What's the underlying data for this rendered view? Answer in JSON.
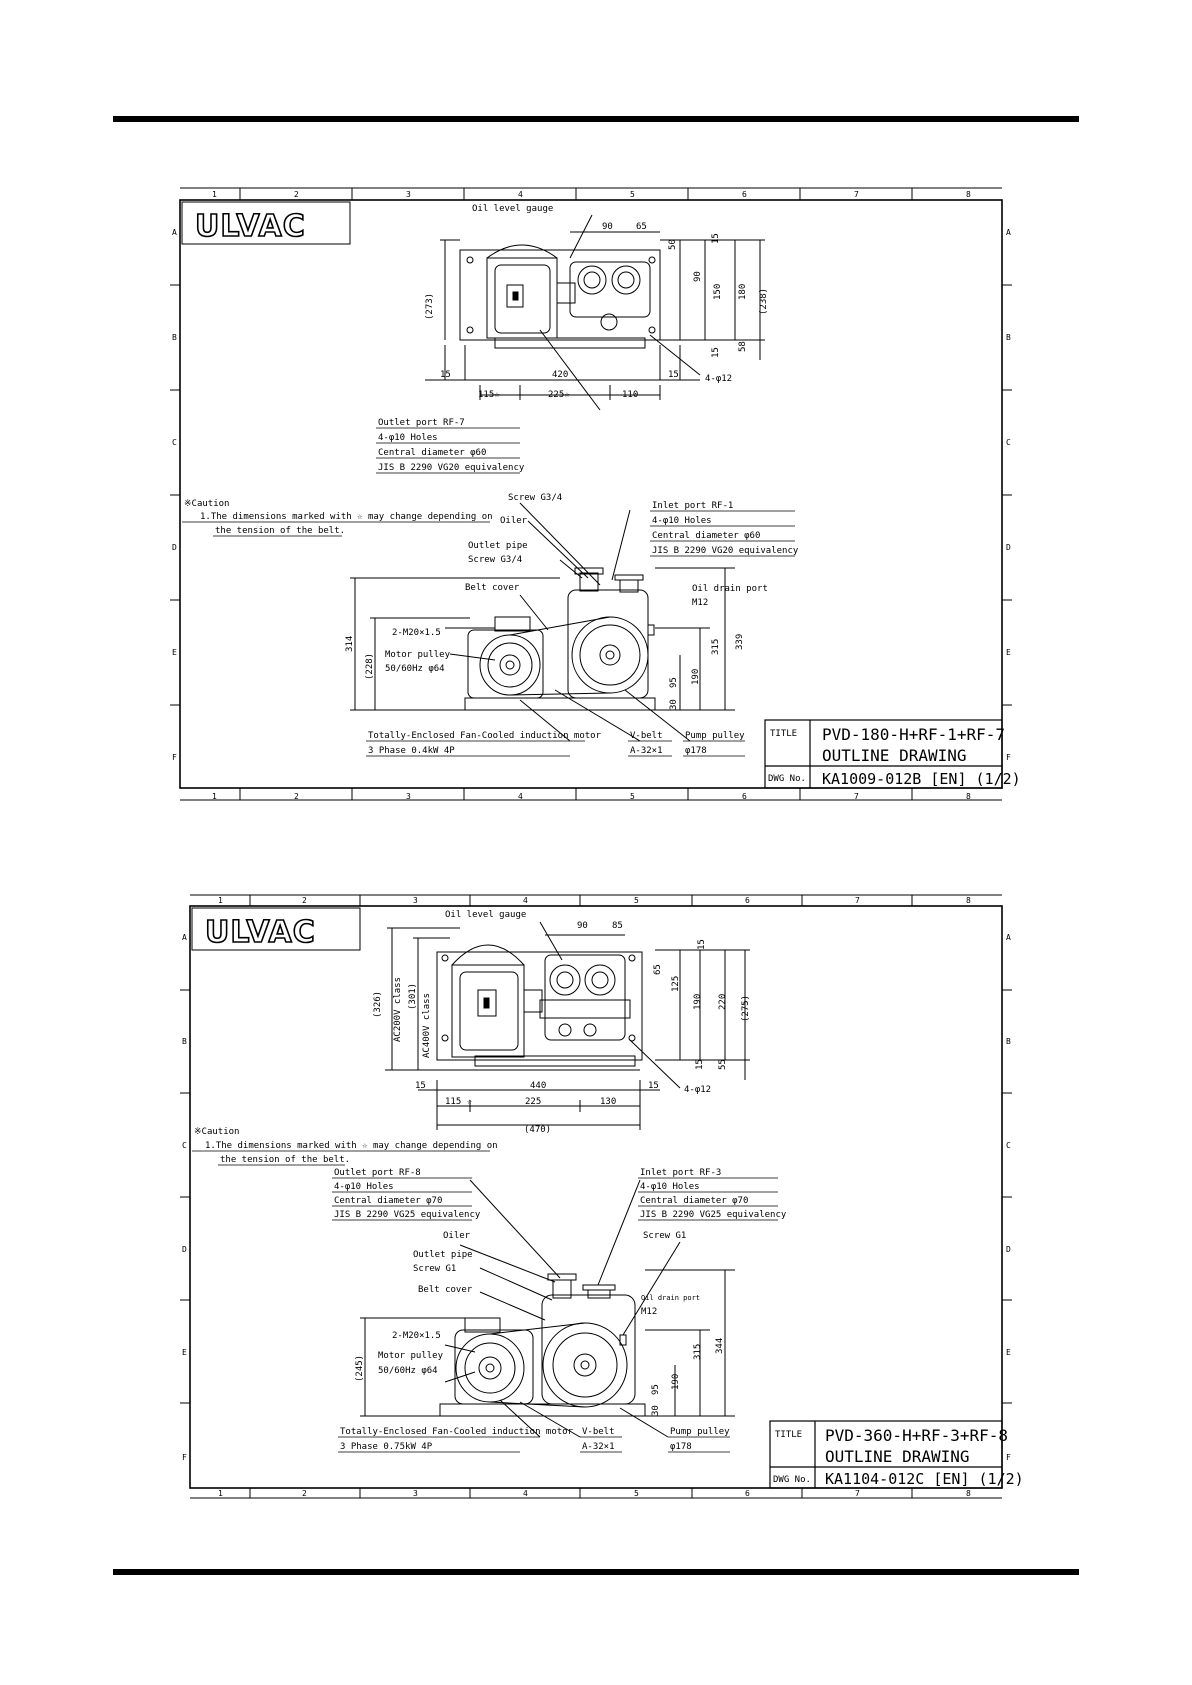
{
  "sheet1": {
    "logo": "ULVAC",
    "cols": [
      "1",
      "2",
      "3",
      "4",
      "5",
      "6",
      "7",
      "8"
    ],
    "rows": [
      "A",
      "B",
      "C",
      "D",
      "E",
      "F"
    ],
    "top_view": {
      "oil_level_gauge": "Oil level gauge",
      "dim_90": "90",
      "dim_65": "65",
      "dim_50": "50",
      "dim_15a": "15",
      "dim_90v": "90",
      "dim_150": "150",
      "dim_180": "180",
      "dim_238": "(238)",
      "dim_15b": "15",
      "dim_58": "58",
      "dim_273": "(273)",
      "dim_15l": "15",
      "dim_420": "420",
      "dim_15r": "15",
      "dim_115": "115☆",
      "dim_225": "225☆",
      "dim_110": "110",
      "holes": "4-φ12",
      "outlet_port": [
        "Outlet port RF-7",
        "4-φ10 Holes",
        "Central diameter φ60",
        "JIS B 2290 VG20 equivalency"
      ]
    },
    "caution": {
      "title": "※Caution",
      "line1": "1.The dimensions marked with ☆ may change depending on",
      "line2": "the tension of the belt."
    },
    "front_view": {
      "screw": "Screw G3/4",
      "oiler": "Oiler",
      "outlet_pipe": "Outlet pipe",
      "outlet_screw": "Screw G3/4",
      "belt_cover": "Belt cover",
      "inlet_port": [
        "Inlet port RF-1",
        "4-φ10 Holes",
        "Central diameter φ60",
        "JIS B 2290 VG20 equivalency"
      ],
      "oil_drain": "Oil drain port",
      "oil_drain_size": "M12",
      "conduit": "2-M20×1.5",
      "motor_pulley": "Motor pulley",
      "motor_pulley_size": "50/60Hz φ64",
      "dim_314": "314",
      "dim_228": "(228)",
      "dim_315": "315",
      "dim_339": "339",
      "dim_190": "190",
      "dim_95": "95",
      "dim_30": "30",
      "motor": "Totally-Enclosed Fan-Cooled induction motor",
      "motor_spec": "3 Phase 0.4kW 4P",
      "vbelt": "V-belt",
      "vbelt_spec": "A-32×1",
      "pump_pulley": "Pump pulley",
      "pump_pulley_size": "φ178"
    },
    "titleblock": {
      "title_label": "TITLE",
      "title1": "PVD-180-H+RF-1+RF-7",
      "title2": "OUTLINE DRAWING",
      "dwg_label": "DWG No.",
      "dwg": "KA1009-012B [EN] (1/2)"
    }
  },
  "sheet2": {
    "logo": "ULVAC",
    "cols": [
      "1",
      "2",
      "3",
      "4",
      "5",
      "6",
      "7",
      "8"
    ],
    "rows": [
      "A",
      "B",
      "C",
      "D",
      "E",
      "F"
    ],
    "top_view": {
      "oil_level_gauge": "Oil level gauge",
      "dim_90": "90",
      "dim_85": "85",
      "dim_15a": "15",
      "dim_65": "65",
      "dim_125": "125",
      "dim_190": "190",
      "dim_220": "220",
      "dim_275": "(275)",
      "dim_15b": "15",
      "dim_55": "55",
      "dim_326": "(326)",
      "ac200": "AC200V class",
      "dim_301": "(301)",
      "ac400": "AC400V class",
      "dim_15l": "15",
      "dim_440": "440",
      "dim_15r": "15",
      "dim_115": "115 ☆",
      "dim_225": "225",
      "dim_130": "130",
      "dim_470": "(470)",
      "holes": "4-φ12"
    },
    "caution": {
      "title": "※Caution",
      "line1": "1.The dimensions marked with ☆ may change depending on",
      "line2": "the tension of the belt."
    },
    "front_view": {
      "outlet_port": [
        "Outlet port RF-8",
        "4-φ10 Holes",
        "Central diameter φ70",
        "JIS B 2290 VG25 equivalency"
      ],
      "inlet_port": [
        "Inlet port RF-3",
        "4-φ10 Holes",
        "Central diameter φ70",
        "JIS B 2290 VG25 equivalency"
      ],
      "screw": "Screw G1",
      "oiler": "Oiler",
      "outlet_pipe": "Outlet pipe",
      "outlet_screw": "Screw G1",
      "belt_cover": "Belt cover",
      "oil_drain": "Oil drain port",
      "oil_drain_size": "M12",
      "conduit": "2-M20×1.5",
      "motor_pulley": "Motor pulley",
      "motor_pulley_size": "50/60Hz φ64",
      "dim_245": "(245)",
      "dim_315": "315",
      "dim_344": "344",
      "dim_190": "190",
      "dim_95": "95",
      "dim_30": "30",
      "motor": "Totally-Enclosed Fan-Cooled induction motor",
      "motor_spec": "3 Phase 0.75kW 4P",
      "vbelt": "V-belt",
      "vbelt_spec": "A-32×1",
      "pump_pulley": "Pump pulley",
      "pump_pulley_size": "φ178"
    },
    "titleblock": {
      "title_label": "TITLE",
      "title1": "PVD-360-H+RF-3+RF-8",
      "title2": "OUTLINE DRAWING",
      "dwg_label": "DWG No.",
      "dwg": "KA1104-012C [EN] (1/2)"
    }
  }
}
